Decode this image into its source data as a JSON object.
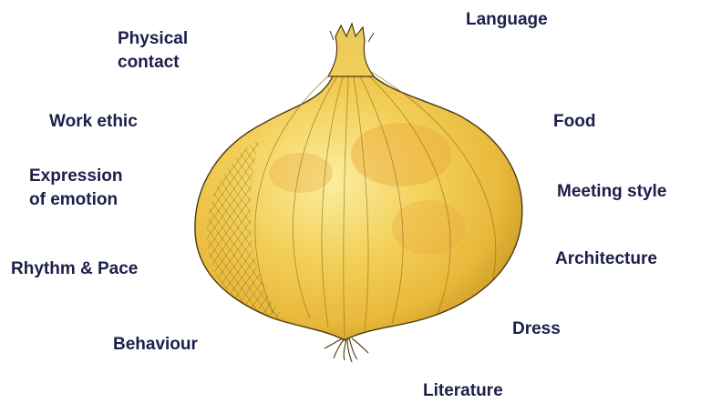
{
  "diagram": {
    "illustration": "onion-icon",
    "colors": {
      "label_text": "#1b1f4a",
      "onion_light": "#f7e27a",
      "onion_mid": "#f0c43c",
      "onion_dark": "#c9a12a",
      "outline": "#4a3a10"
    },
    "labels": {
      "physical_contact": [
        "Physical",
        "contact"
      ],
      "work_ethic": "Work ethic",
      "expression_of_emotion": [
        "Expression",
        "of emotion"
      ],
      "rhythm_pace": "Rhythm & Pace",
      "behaviour": "Behaviour",
      "language": "Language",
      "food": "Food",
      "meeting_style": "Meeting style",
      "architecture": "Architecture",
      "dress": "Dress",
      "literature": "Literature"
    }
  }
}
